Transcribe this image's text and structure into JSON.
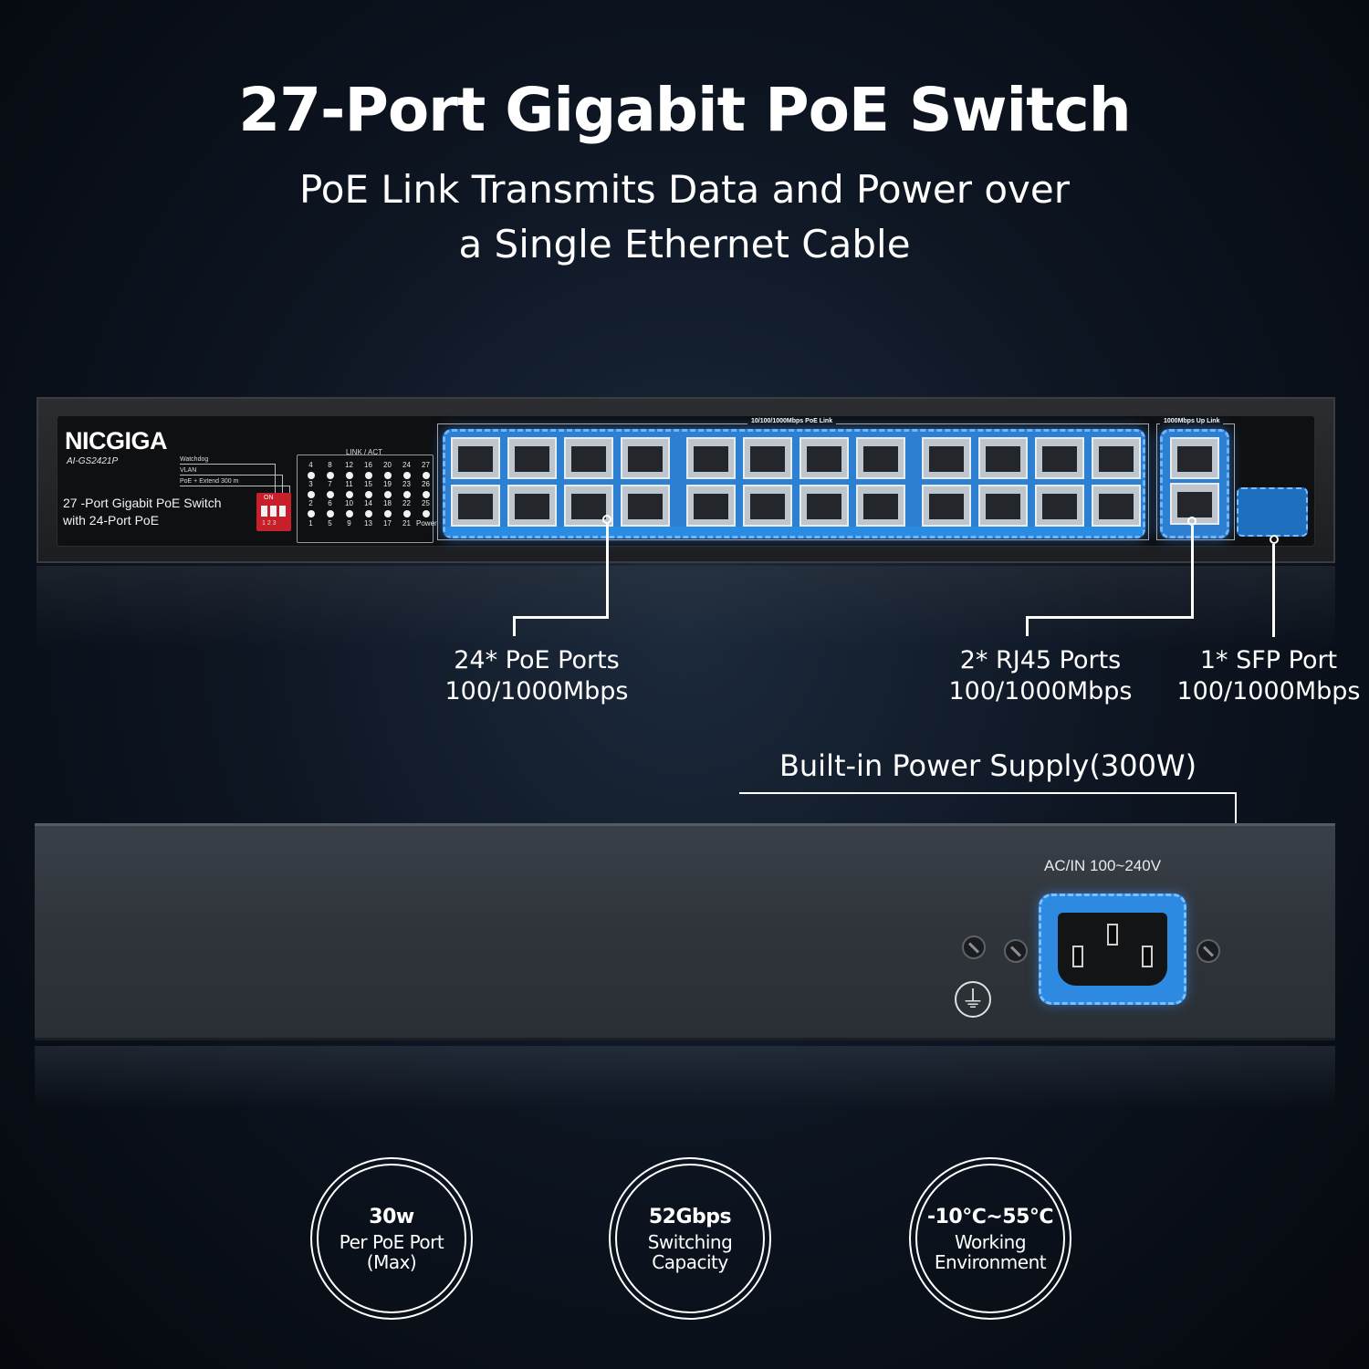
{
  "header": {
    "title": "27-Port Gigabit PoE Switch",
    "subtitle_line1": "PoE Link Transmits Data and Power over",
    "subtitle_line2": "a Single Ethernet Cable"
  },
  "front_panel": {
    "brand": "NICGIGA",
    "model": "AI-GS2421P",
    "dip_labels": [
      "Watchdog",
      "VLAN",
      "PoE + Extend 300 m"
    ],
    "dip_on": "ON",
    "dip_numbers": "1 2 3",
    "description_line1": "27 -Port Gigabit PoE Switch",
    "description_line2": "with 24-Port PoE",
    "led_title": "LINK / ACT",
    "led_rows": [
      [
        "4",
        "8",
        "12",
        "16",
        "20",
        "24",
        "27"
      ],
      [
        "3",
        "7",
        "11",
        "15",
        "19",
        "23",
        "26"
      ],
      [
        "2",
        "6",
        "10",
        "14",
        "18",
        "22",
        "25"
      ],
      [
        "1",
        "5",
        "9",
        "13",
        "17",
        "21",
        "Power"
      ]
    ],
    "poe_group_label": "10/100/1000Mbps  PoE Link",
    "uplink_group_label": "1000Mbps Up Link"
  },
  "callouts": {
    "poe_ports": {
      "line1": "24* PoE Ports",
      "line2": "100/1000Mbps"
    },
    "rj45_ports": {
      "line1": "2* RJ45 Ports",
      "line2": "100/1000Mbps"
    },
    "sfp_port": {
      "line1": "1* SFP Port",
      "line2": "100/1000Mbps"
    },
    "power_supply": "Built-in Power Supply(300W)"
  },
  "rear_panel": {
    "ac_label": "AC/IN 100~240V",
    "ground_icon": "ground-symbol-icon"
  },
  "badges": [
    {
      "value": "30w",
      "label_line1": "Per PoE Port",
      "label_line2": "(Max)"
    },
    {
      "value": "52Gbps",
      "label_line1": "Switching",
      "label_line2": "Capacity"
    },
    {
      "value": "-10℃~55℃",
      "label_line1": "Working",
      "label_line2": "Environment"
    }
  ],
  "colors": {
    "background": "#0e1623",
    "highlight_blue": "#2d8ae0",
    "dip_red": "#c8202a"
  }
}
